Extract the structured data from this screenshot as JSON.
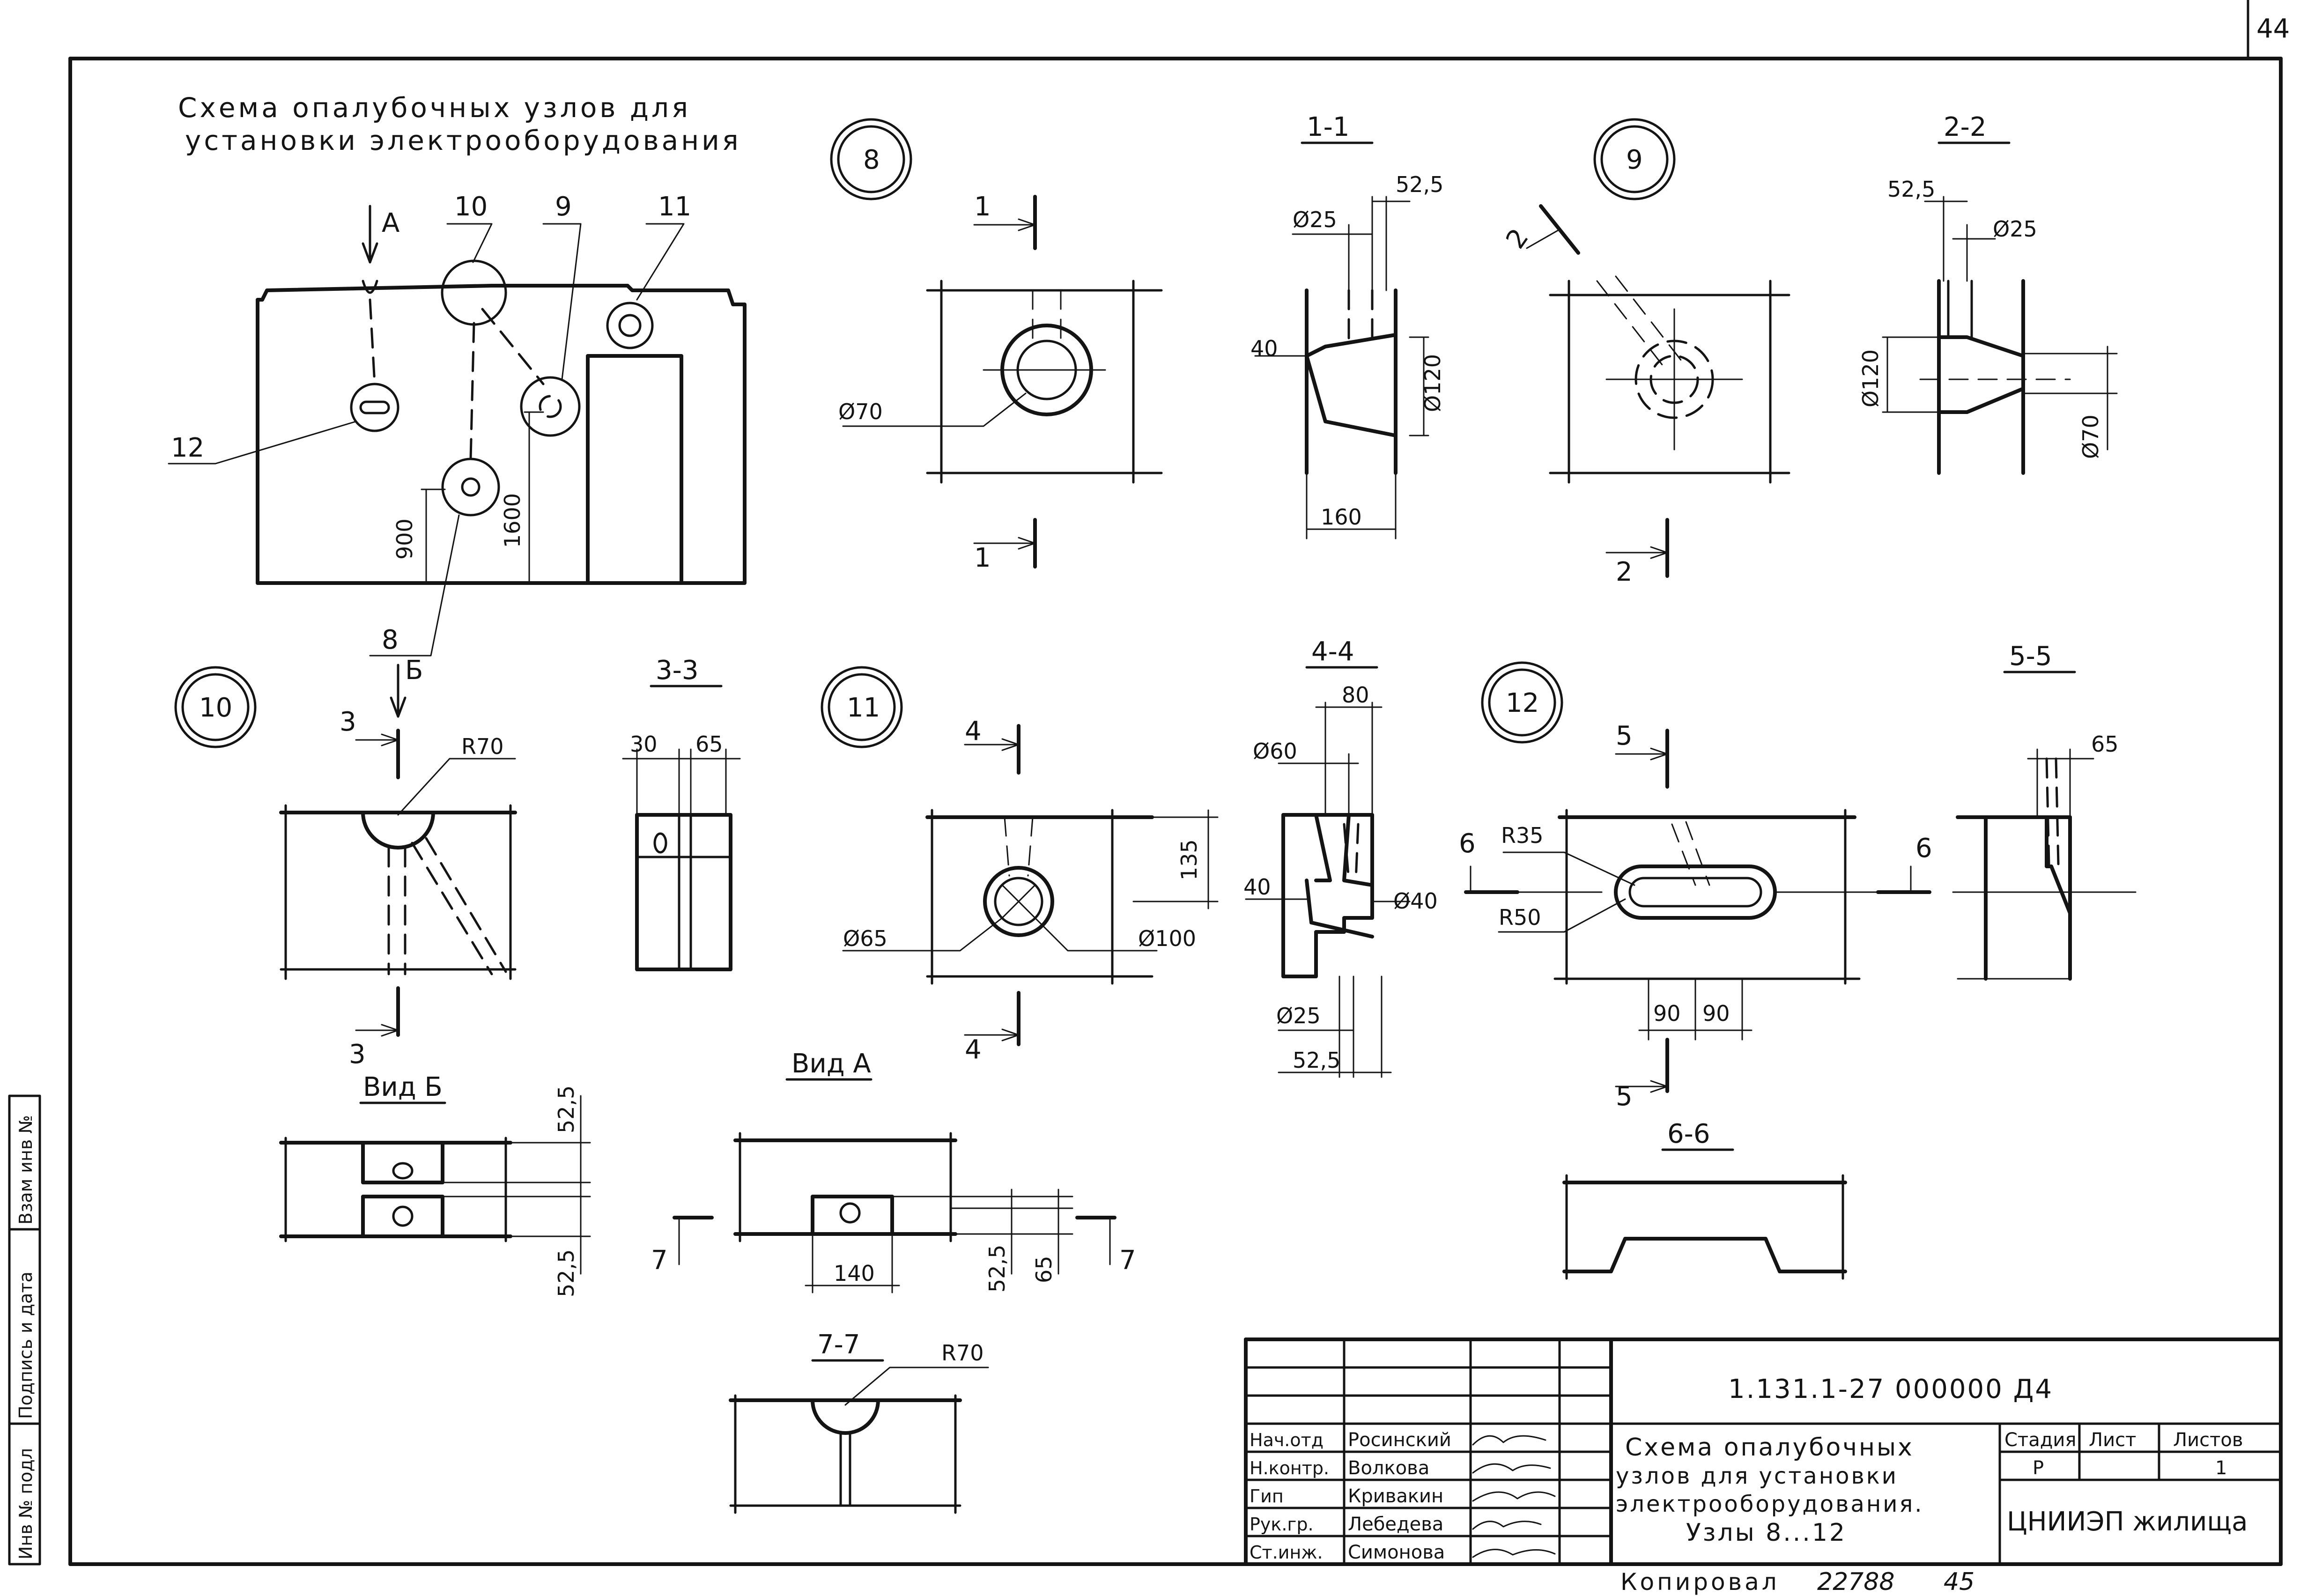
{
  "sheet_number": "44",
  "main_title": {
    "line1": "Схема опалубочных узлов для",
    "line2": "установки электрооборудования"
  },
  "scheme": {
    "view_marker": "А",
    "section_marker": "Б",
    "callouts": [
      "10",
      "9",
      "11",
      "12",
      "8"
    ],
    "dims": [
      "900",
      "1600"
    ]
  },
  "node8": {
    "label": "8",
    "cut_label": "1",
    "diameter": "Ø70",
    "section": {
      "title": "1-1",
      "dims": [
        "52,5",
        "Ø25",
        "40",
        "Ø120",
        "160"
      ]
    }
  },
  "node9": {
    "label": "9",
    "cut_label": "2",
    "section": {
      "title": "2-2",
      "dims": [
        "52,5",
        "Ø25",
        "Ø120",
        "Ø70"
      ]
    }
  },
  "node10": {
    "label": "10",
    "cut_label": "3",
    "radius": "R70",
    "section": {
      "title": "3-3",
      "dims": [
        "30",
        "65"
      ]
    }
  },
  "node11": {
    "label": "11",
    "cut_label": "4",
    "dims": [
      "135",
      "Ø65",
      "Ø100"
    ],
    "section": {
      "title": "4-4",
      "dims": [
        "80",
        "Ø60",
        "40",
        "Ø40",
        "Ø25",
        "52,5"
      ]
    }
  },
  "node12": {
    "label": "12",
    "cut_label_5": "5",
    "cut_label_6": "6",
    "dims": [
      "R35",
      "R50",
      "90",
      "90"
    ],
    "section": {
      "title": "5-5",
      "dims": [
        "65"
      ]
    }
  },
  "view_b": {
    "title": "Вид Б",
    "dims": [
      "52,5",
      "52,5"
    ]
  },
  "view_a": {
    "title": "Вид А",
    "cut_label": "7",
    "dims": [
      "140",
      "52,5",
      "65"
    ]
  },
  "section_6_6": {
    "title": "6-6"
  },
  "section_7_7": {
    "title": "7-7",
    "radius": "R70"
  },
  "side_stamp": [
    "Инв № подл",
    "Подпись и дата",
    "Взам инв №"
  ],
  "title_block": {
    "doc_code": "1.131.1-27 000000 Д4",
    "roles": [
      "Нач.отд",
      "Н.контр.",
      "Гип",
      "Рук.гр.",
      "Ст.инж."
    ],
    "names": [
      "Росинский",
      "Волкова",
      "Кривакин",
      "Лебедева",
      "Симонова"
    ],
    "description": [
      "Схема опалубочных",
      "узлов для установки",
      "электрооборудования.",
      "Узлы 8...12"
    ],
    "stage_header": "Стадия",
    "sheet_header": "Лист",
    "sheets_header": "Листов",
    "stage": "Р",
    "sheets": "1",
    "organization": "ЦНИИЭП жилища"
  },
  "footer": {
    "copied_label": "Копировал",
    "copy_number": "22788",
    "format": "45"
  }
}
